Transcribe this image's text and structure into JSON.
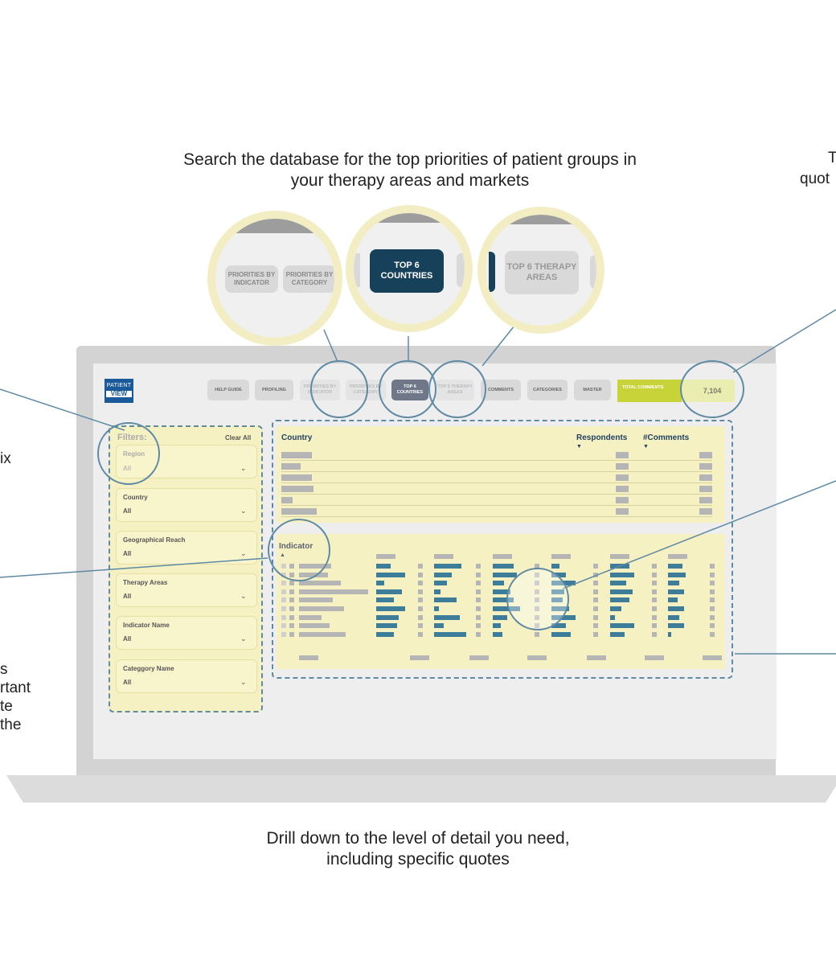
{
  "captions": {
    "top": "Search the database for the top priorities of patient groups in your therapy areas and markets",
    "bottom": "Drill down to the level of detail you need, including specific quotes"
  },
  "side_fragments": {
    "top_right": [
      "T",
      "quot"
    ],
    "left": [
      "ix",
      "s",
      "rtant",
      "te",
      "the"
    ]
  },
  "logo": {
    "line1": "PATIENT",
    "line2": "VIEW",
    "brand_color": "#1b5a9a"
  },
  "nav": {
    "help_guide": "HELP GUIDE",
    "profiling": "PROFILING",
    "priorities_by_indicator": "PRIORITIES BY INDICATOR",
    "priorities_by_category": "PRIORITIES BY CATEGORY",
    "top6_countries": "TOP 6 COUNTRIES",
    "top6_therapy_areas": "TOP 6 THERAPY AREAS",
    "comments": "COMMENTS",
    "categories": "CATEGORIES",
    "master": "MASTER",
    "total_comments_label": "TOTAL COMMENTS",
    "total_comments_value": "7,104"
  },
  "zoom": {
    "priorities_by_indicator": "PRIORITIES BY INDICATOR",
    "priorities_by_category": "PRIORITIES BY CATEGORY",
    "top6_countries": "TOP 6 COUNTRIES",
    "top6_therapy_areas": "TOP 6 THERAPY AREAS"
  },
  "filters": {
    "title": "Filters:",
    "clear_all": "Clear All",
    "items": [
      {
        "label": "Region",
        "value": "All"
      },
      {
        "label": "Country",
        "value": "All"
      },
      {
        "label": "Geographical Reach",
        "value": "All"
      },
      {
        "label": "Therapy Areas",
        "value": "All"
      },
      {
        "label": "Indicator Name",
        "value": "All"
      },
      {
        "label": "Categgory Name",
        "value": "All"
      }
    ]
  },
  "country_table": {
    "headers": {
      "country": "Country",
      "respondents": "Respondents",
      "comments": "#Comments"
    }
  },
  "indicator_table": {
    "header": "Indicator"
  },
  "colors": {
    "accent": "#17405a",
    "lime": "#c8d33a",
    "panel": "#f5f1c3",
    "outline": "#5f8aa4",
    "bar": "#3e7d99"
  }
}
